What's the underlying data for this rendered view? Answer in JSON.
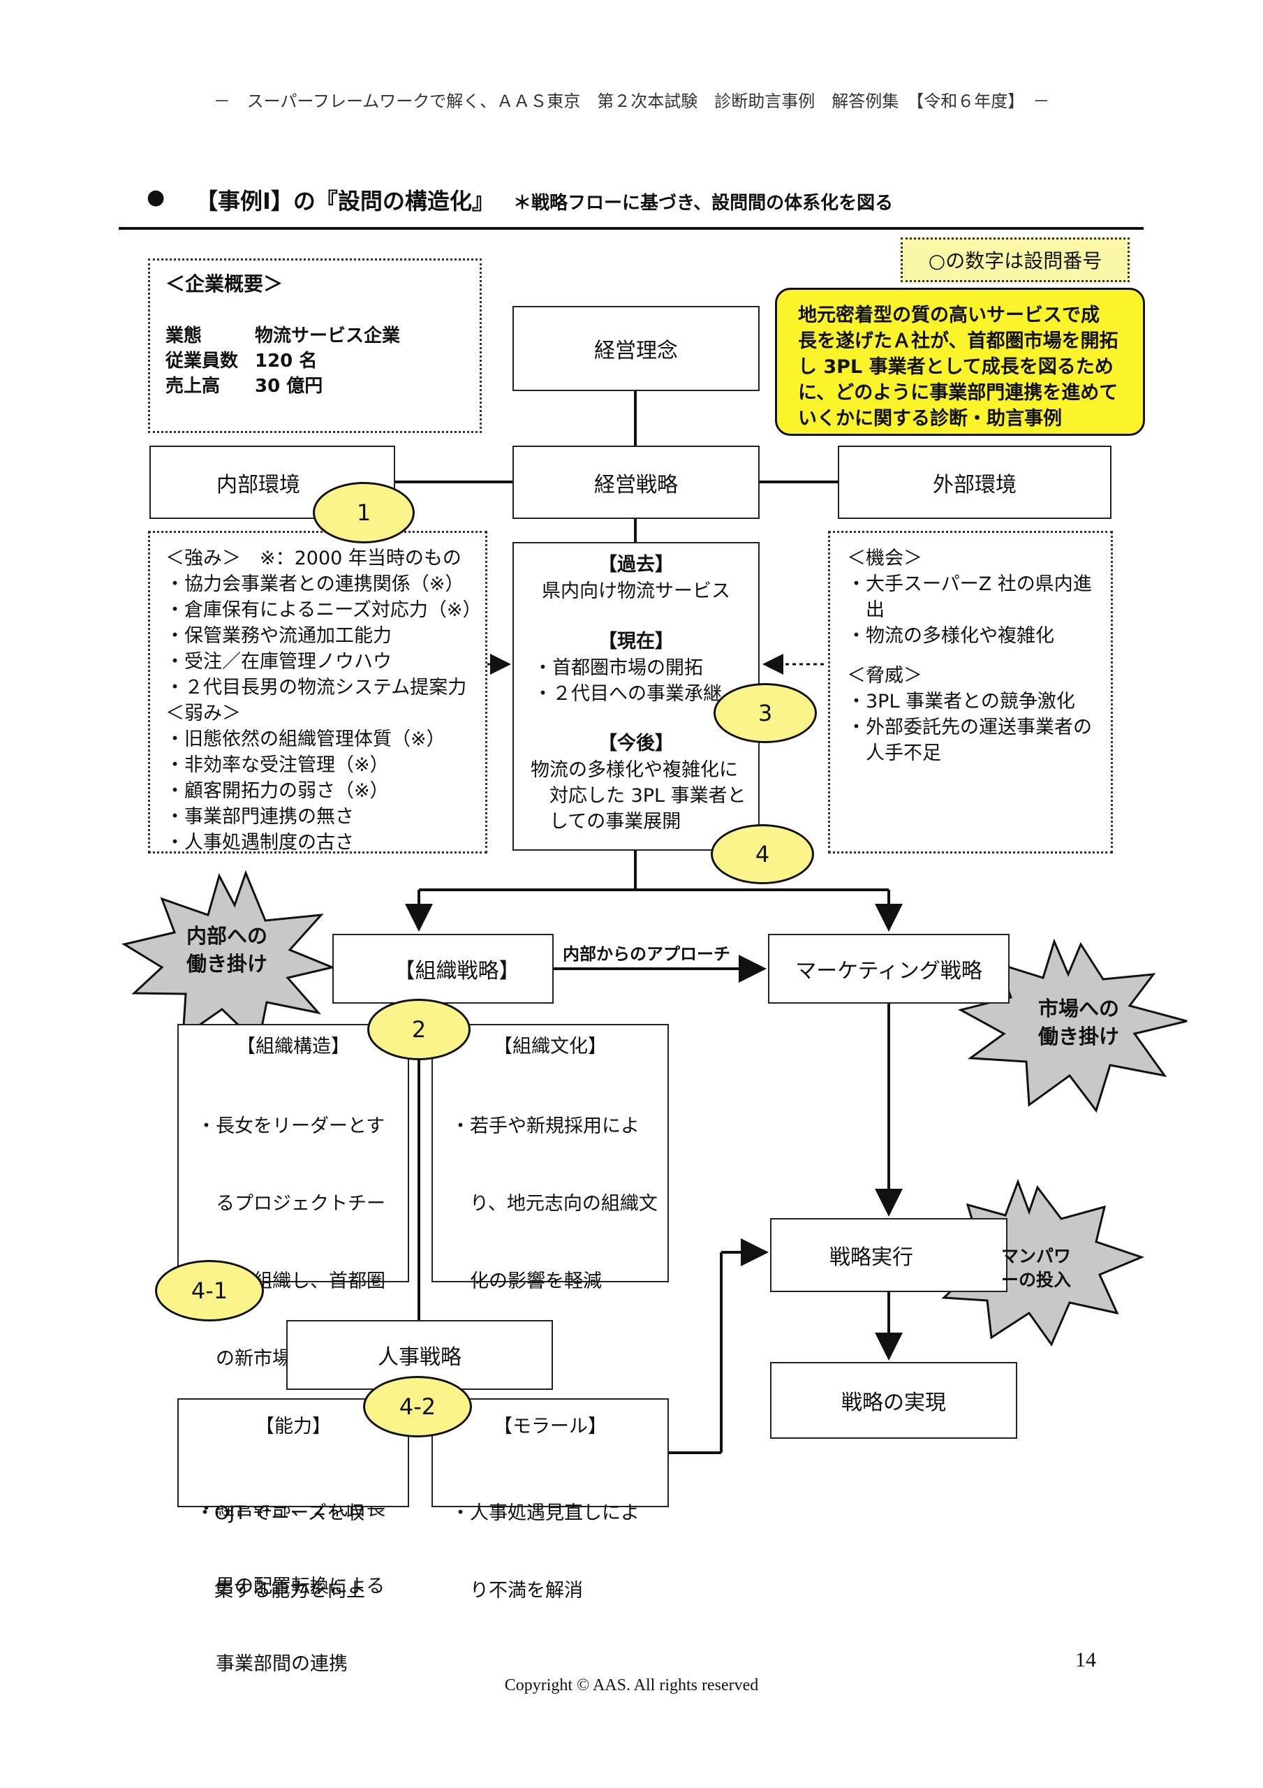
{
  "header": "－　スーパーフレームワークで解く、ＡＡＳ東京　第２次本試験　診断助言事例　解答例集　【令和６年度】　－",
  "section_title": {
    "bullet": "●",
    "main": "【事例Ⅰ】の『設問の構造化』",
    "sub": "＊戦略フローに基づき、設問間の体系化を図る"
  },
  "note": "○の数字は設問番号",
  "company": {
    "title": "＜企業概要＞",
    "rows": [
      {
        "label": "業態",
        "value": "物流サービス企業"
      },
      {
        "label": "従業員数",
        "value": "120 名"
      },
      {
        "label": "売上高",
        "value": "30 億円"
      }
    ]
  },
  "summary": [
    "地元密着型の質の高いサービスで成",
    "長を遂げたＡ社が、首都圏市場を開拓",
    "し 3PL 事業者として成長を図るため",
    "に、どのように事業部門連携を進めて",
    "いくかに関する診断・助言事例"
  ],
  "boxes": {
    "philosophy": "経営理念",
    "strategy": "経営戦略",
    "internal": "内部環境",
    "external": "外部環境",
    "org_strategy": "【組織戦略】",
    "marketing": "マーケティング戦略",
    "execution": "戦略実行",
    "realization": "戦略の実現",
    "hr": "人事戦略"
  },
  "internal_list": {
    "strengths_title": "＜強み＞　※：2000 年当時のもの",
    "strengths": [
      "・協力会事業者との連携関係（※）",
      "・倉庫保有によるニーズ対応力（※）",
      "・保管業務や流通加工能力",
      "・受注／在庫管理ノウハウ",
      "・２代目長男の物流システム提案力"
    ],
    "weaknesses_title": "＜弱み＞",
    "weaknesses": [
      "・旧態依然の組織管理体質（※）",
      "・非効率な受注管理（※）",
      "・顧客開拓力の弱さ（※）",
      "・事業部門連携の無さ",
      "・人事処遇制度の古さ"
    ]
  },
  "external_list": {
    "opp_title": "＜機会＞",
    "opportunities": [
      "・大手スーパーZ 社の県内進",
      "　出",
      "・物流の多様化や複雑化"
    ],
    "threat_title": "＜脅威＞",
    "threats": [
      "・3PL 事業者との競争激化",
      "・外部委託先の運送事業者の",
      "　人手不足"
    ]
  },
  "strategy_detail": {
    "past_title": "【過去】",
    "past": "県内向け物流サービス",
    "present_title": "【現在】",
    "present": [
      "・首都圏市場の開拓",
      "・２代目への事業承継"
    ],
    "future_title": "【今後】",
    "future": [
      "物流の多様化や複雑化に",
      "　対応した 3PL 事業者と",
      "　しての事業展開"
    ]
  },
  "org_structure": {
    "title": "【組織構造】",
    "lines": [
      "・長女をリーダーとす",
      "　るプロジェクトチー",
      "　ムを組織し、首都圏",
      "　の新市場を開拓",
      "",
      "・経営幹部、２代目長",
      "　男の配置転換による",
      "　事業部間の連携"
    ]
  },
  "org_culture": {
    "title": "【組織文化】",
    "lines": [
      "・若手や新規採用によ",
      "　り、地元志向の組織文",
      "　化の影響を軽減"
    ]
  },
  "ability": {
    "title": "【能力】",
    "lines": [
      "・OJT でニーズを収",
      "　集する能力を向上"
    ]
  },
  "morale": {
    "title": "【モラール】",
    "lines": [
      "・人事処遇見直しによ",
      "　り不満を解消"
    ]
  },
  "arrow_label": "内部からのアプローチ",
  "stars": {
    "internal": [
      "内部への",
      "働き掛け"
    ],
    "market": [
      "市場への",
      "働き掛け"
    ],
    "manpower": [
      "マンパワ",
      "ーの投入"
    ]
  },
  "ovals": {
    "q1": "1",
    "q2": "2",
    "q3": "3",
    "q4": "4",
    "q41": "4-1",
    "q42": "4-2"
  },
  "page_number": "14",
  "copyright": "Copyright © AAS. All rights reserved",
  "colors": {
    "oval": "#faf48a",
    "summary": "#fbf42a",
    "note": "#fbf8a8",
    "star": "#c8c8c8"
  }
}
